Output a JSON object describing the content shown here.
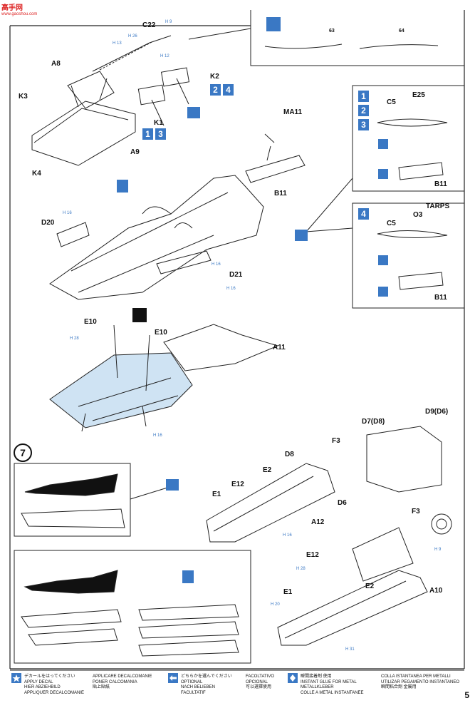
{
  "site_logo": {
    "main": "高手网",
    "sub": "www.gaoshou.com"
  },
  "page_number": "5",
  "step": "7",
  "option_numbers": {
    "n1": "1",
    "n2": "2",
    "n3": "3",
    "n4": "4",
    "n24_a": "2",
    "n24_b": "4",
    "n13_a": "1",
    "n13_b": "3"
  },
  "parts": {
    "C22": "C22",
    "A8": "A8",
    "K3": "K3",
    "K2": "K2",
    "K1": "K1",
    "K4": "K4",
    "A9": "A9",
    "MA11": "MA11",
    "B11": "B11",
    "D20": "D20",
    "D21": "D21",
    "E10a": "E10",
    "E10b": "E10",
    "A11": "A11",
    "C5": "C5",
    "E25": "E25",
    "B11b": "B11",
    "TARPS": "TARPS",
    "O3": "O3",
    "C5b": "C5",
    "B11c": "B11",
    "D8": "D8",
    "F3": "F3",
    "E12": "E12",
    "E2": "E2",
    "E1": "E1",
    "D6": "D6",
    "A12": "A12",
    "D7": "D7(D8)",
    "D9": "D9(D6)",
    "F3b": "F3",
    "E12b": "E12",
    "E2b": "E2",
    "E1b": "E1",
    "A10": "A10"
  },
  "decal_numbers": {
    "d63": "63",
    "d64": "64"
  },
  "h_labels": {
    "h9": "H 9",
    "h26": "H 26",
    "h13": "H 13",
    "h12": "H 12",
    "h16": "H 16",
    "h28": "H 28",
    "h20": "H 20",
    "h31": "H 31"
  },
  "legend": [
    {
      "icon": "star",
      "lines": [
        "デカールをはってください",
        "APPLY DECAL",
        "HIER ABZIEHBILD",
        "APPLIQUER DECALCOMANIE"
      ]
    },
    {
      "icon": "",
      "lines": [
        "APPLICARE DECALCOMANIE",
        "PONER CALCOMANIA",
        "貼上貼紙"
      ]
    },
    {
      "icon": "arrow",
      "lines": [
        "どちらかを選んでください",
        "OPTIONAL",
        "NACH BELIEBEN",
        "FACULTATIF"
      ]
    },
    {
      "icon": "",
      "lines": [
        "FACOLTATIVO",
        "OPCIONAL",
        "可以選擇使用"
      ]
    },
    {
      "icon": "drop",
      "lines": [
        "瞬間接着剤 使用",
        "INSTANT GLUE FOR METAL",
        "METALLKLEBER",
        "COLLE A METAL INSTANTANEE"
      ]
    },
    {
      "icon": "",
      "lines": [
        "COLLA ISTANTANEA PER METALLI",
        "UTILIZAR PEGAMENTO INSTANTANEO",
        "瞬間粘合劑 金屬用"
      ]
    }
  ],
  "colors": {
    "accent_blue": "#3a78c4",
    "light_blue": "#cfe3f3",
    "logo_red": "#dd2222"
  }
}
